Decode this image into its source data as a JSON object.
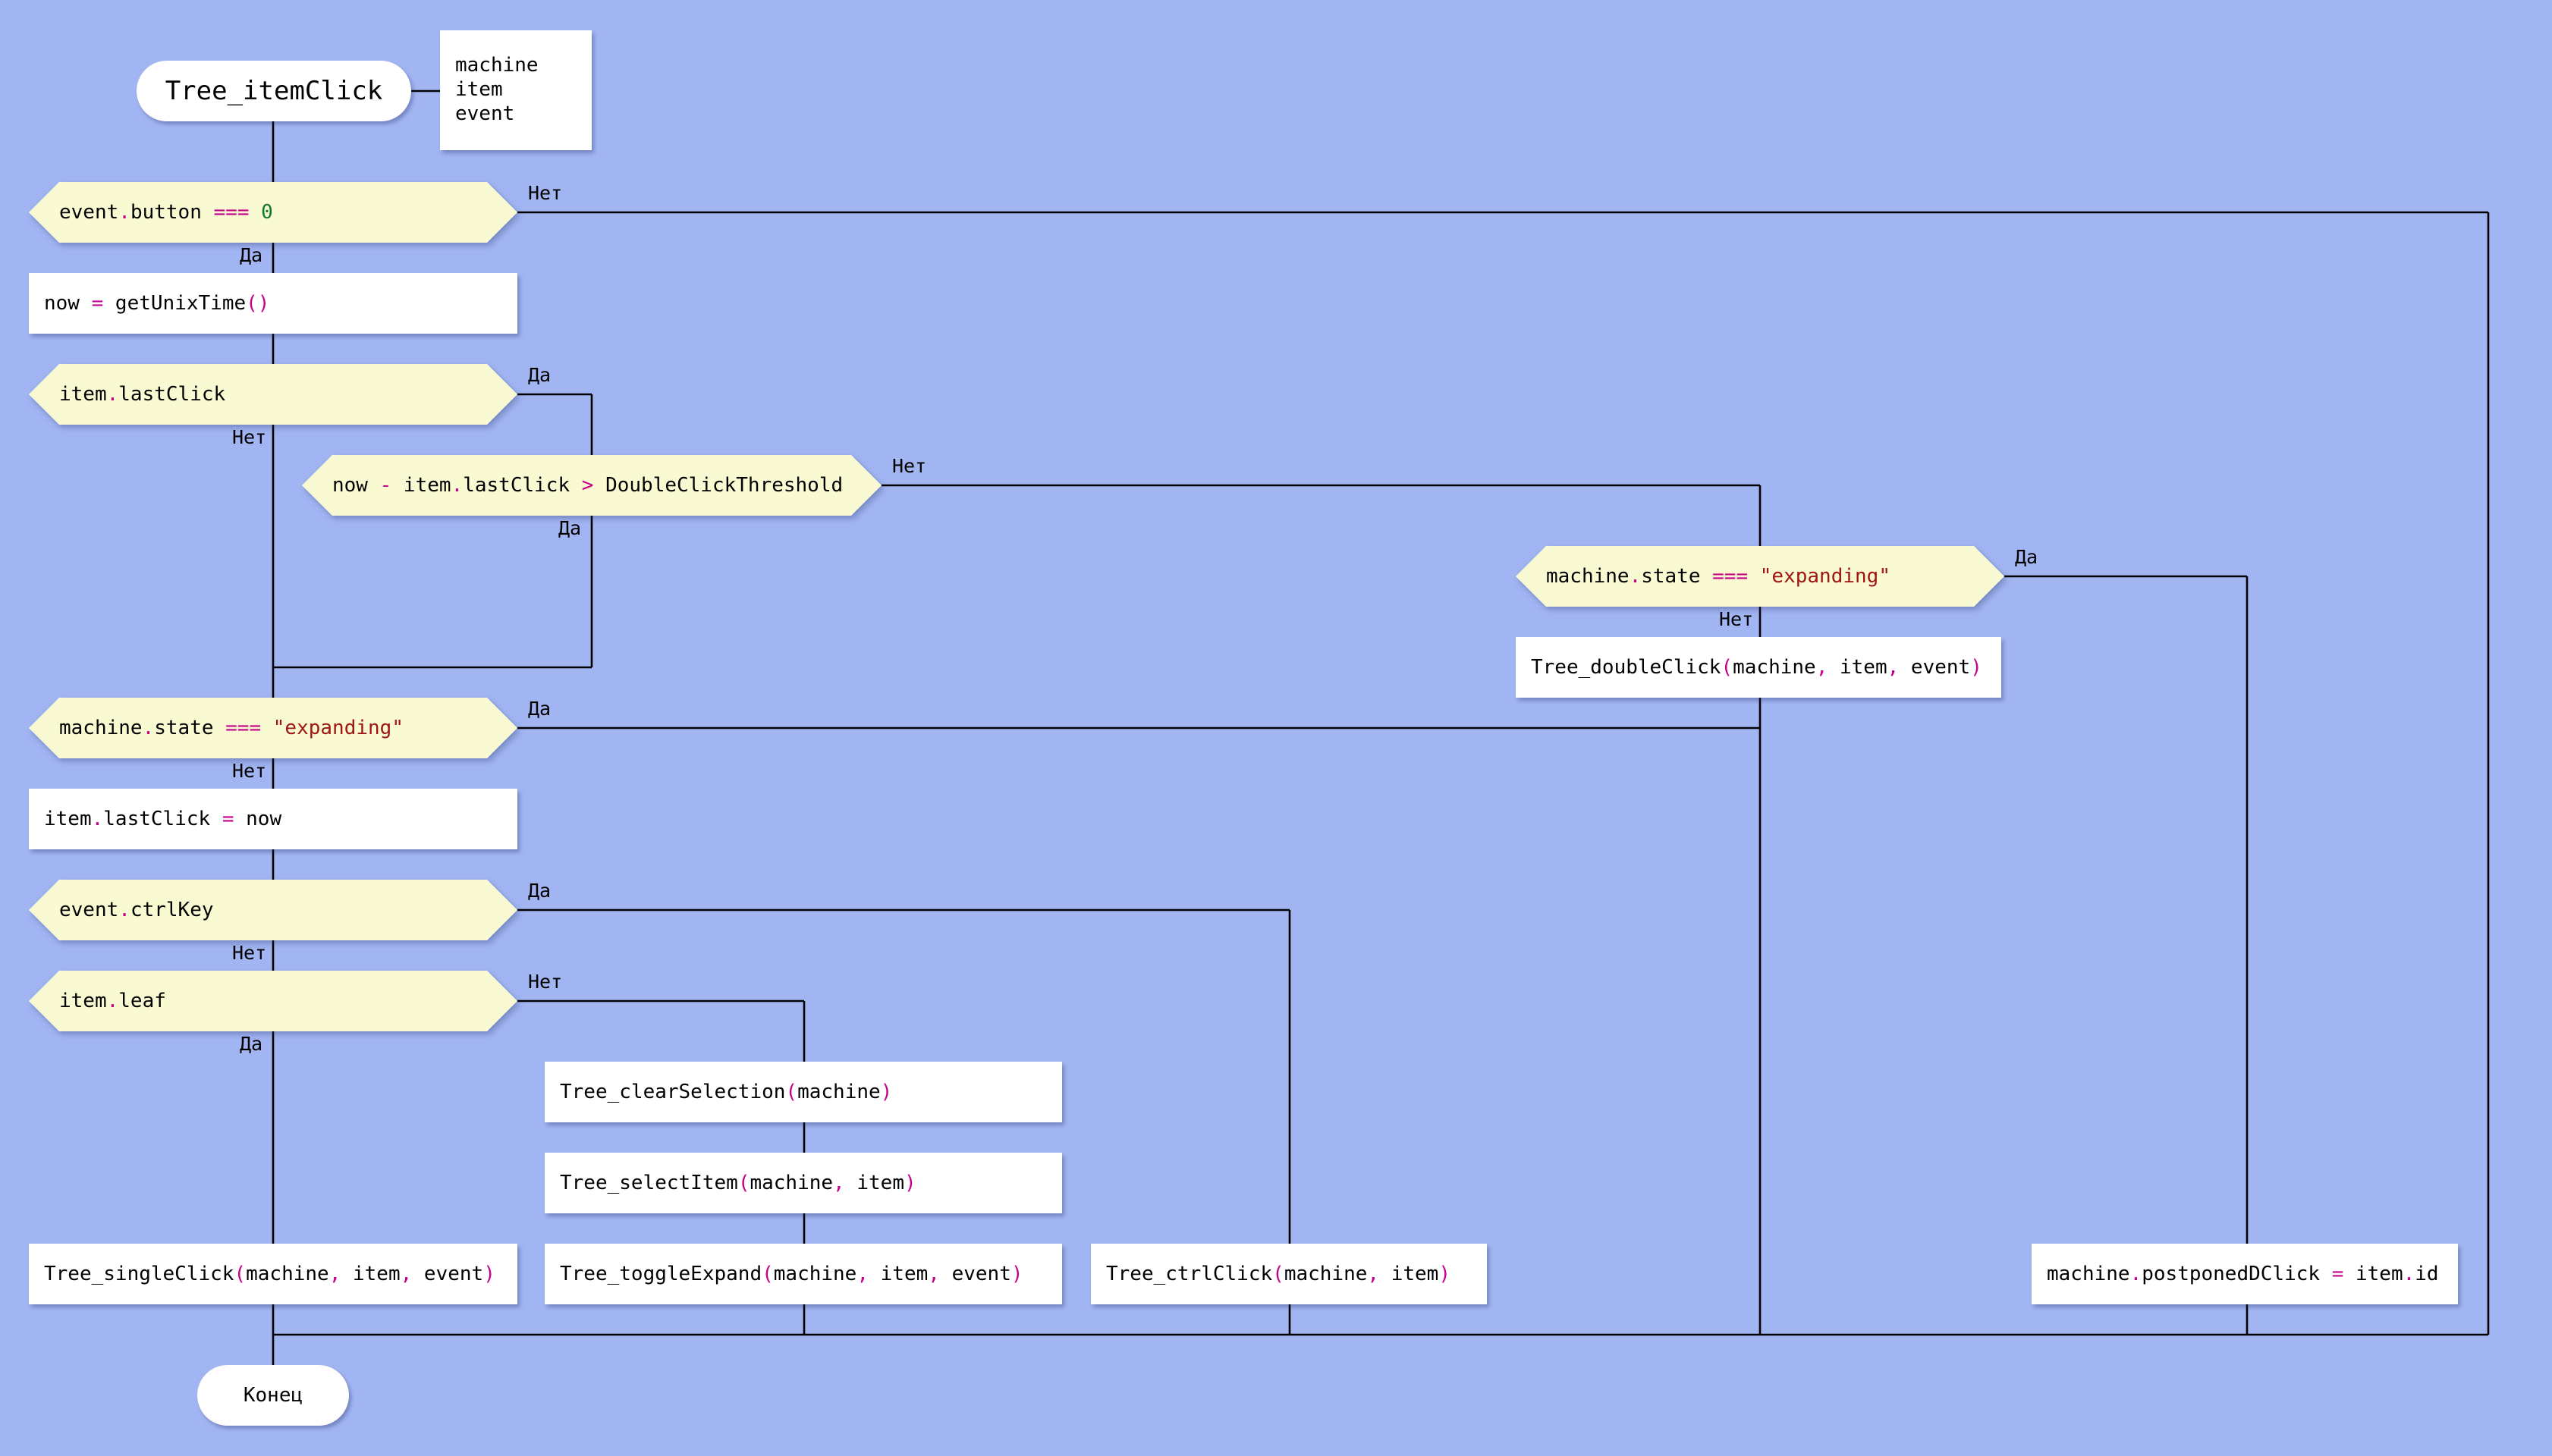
{
  "diagram": {
    "start": {
      "label": "Tree_itemClick"
    },
    "params": [
      "machine",
      "item",
      "event"
    ],
    "end": {
      "label": "Конец"
    },
    "nodes": [
      {
        "id": "cond-event-button",
        "kind": "cond",
        "tokens": [
          [
            "event",
            "pl"
          ],
          [
            ".",
            "op"
          ],
          [
            "button ",
            "pl"
          ],
          [
            "===",
            "op"
          ],
          [
            " ",
            "pl"
          ],
          [
            "0",
            "num"
          ]
        ]
      },
      {
        "id": "act-now",
        "kind": "action",
        "tokens": [
          [
            "now ",
            "pl"
          ],
          [
            "=",
            "op"
          ],
          [
            " getUnixTime",
            "pl"
          ],
          [
            "()",
            "op"
          ]
        ]
      },
      {
        "id": "cond-last-click",
        "kind": "cond",
        "tokens": [
          [
            "item",
            "pl"
          ],
          [
            ".",
            "op"
          ],
          [
            "lastClick",
            "pl"
          ]
        ]
      },
      {
        "id": "cond-threshold",
        "kind": "cond",
        "tokens": [
          [
            "now ",
            "pl"
          ],
          [
            "-",
            "op"
          ],
          [
            " item",
            "pl"
          ],
          [
            ".",
            "op"
          ],
          [
            "lastClick ",
            "pl"
          ],
          [
            ">",
            "op"
          ],
          [
            " DoubleClickThreshold",
            "pl"
          ]
        ]
      },
      {
        "id": "cond-state-right",
        "kind": "cond",
        "tokens": [
          [
            "machine",
            "pl"
          ],
          [
            ".",
            "op"
          ],
          [
            "state ",
            "pl"
          ],
          [
            "===",
            "op"
          ],
          [
            " ",
            "pl"
          ],
          [
            "\"expanding\"",
            "str"
          ]
        ]
      },
      {
        "id": "act-double-click",
        "kind": "action",
        "tokens": [
          [
            "Tree_doubleClick",
            "pl"
          ],
          [
            "(",
            "op"
          ],
          [
            "machine",
            "pl"
          ],
          [
            ",",
            "op"
          ],
          [
            " item",
            "pl"
          ],
          [
            ",",
            "op"
          ],
          [
            " event",
            "pl"
          ],
          [
            ")",
            "op"
          ]
        ]
      },
      {
        "id": "cond-state-left",
        "kind": "cond",
        "tokens": [
          [
            "machine",
            "pl"
          ],
          [
            ".",
            "op"
          ],
          [
            "state ",
            "pl"
          ],
          [
            "===",
            "op"
          ],
          [
            " ",
            "pl"
          ],
          [
            "\"expanding\"",
            "str"
          ]
        ]
      },
      {
        "id": "act-set-last-click",
        "kind": "action",
        "tokens": [
          [
            "item",
            "pl"
          ],
          [
            ".",
            "op"
          ],
          [
            "lastClick ",
            "pl"
          ],
          [
            "=",
            "op"
          ],
          [
            " now",
            "pl"
          ]
        ]
      },
      {
        "id": "cond-ctrl-key",
        "kind": "cond",
        "tokens": [
          [
            "event",
            "pl"
          ],
          [
            ".",
            "op"
          ],
          [
            "ctrlKey",
            "pl"
          ]
        ]
      },
      {
        "id": "cond-leaf",
        "kind": "cond",
        "tokens": [
          [
            "item",
            "pl"
          ],
          [
            ".",
            "op"
          ],
          [
            "leaf",
            "pl"
          ]
        ]
      },
      {
        "id": "act-clear-selection",
        "kind": "action",
        "tokens": [
          [
            "Tree_clearSelection",
            "pl"
          ],
          [
            "(",
            "op"
          ],
          [
            "machine",
            "pl"
          ],
          [
            ")",
            "op"
          ]
        ]
      },
      {
        "id": "act-select-item",
        "kind": "action",
        "tokens": [
          [
            "Tree_selectItem",
            "pl"
          ],
          [
            "(",
            "op"
          ],
          [
            "machine",
            "pl"
          ],
          [
            ",",
            "op"
          ],
          [
            " item",
            "pl"
          ],
          [
            ")",
            "op"
          ]
        ]
      },
      {
        "id": "act-single-click",
        "kind": "action",
        "tokens": [
          [
            "Tree_singleClick",
            "pl"
          ],
          [
            "(",
            "op"
          ],
          [
            "machine",
            "pl"
          ],
          [
            ",",
            "op"
          ],
          [
            " item",
            "pl"
          ],
          [
            ",",
            "op"
          ],
          [
            " event",
            "pl"
          ],
          [
            ")",
            "op"
          ]
        ]
      },
      {
        "id": "act-toggle-expand",
        "kind": "action",
        "tokens": [
          [
            "Tree_toggleExpand",
            "pl"
          ],
          [
            "(",
            "op"
          ],
          [
            "machine",
            "pl"
          ],
          [
            ",",
            "op"
          ],
          [
            " item",
            "pl"
          ],
          [
            ",",
            "op"
          ],
          [
            " event",
            "pl"
          ],
          [
            ")",
            "op"
          ]
        ]
      },
      {
        "id": "act-ctrl-click",
        "kind": "action",
        "tokens": [
          [
            "Tree_ctrlClick",
            "pl"
          ],
          [
            "(",
            "op"
          ],
          [
            "machine",
            "pl"
          ],
          [
            ",",
            "op"
          ],
          [
            " item",
            "pl"
          ],
          [
            ")",
            "op"
          ]
        ]
      },
      {
        "id": "act-postponed",
        "kind": "action",
        "tokens": [
          [
            "machine",
            "pl"
          ],
          [
            ".",
            "op"
          ],
          [
            "postponedDClick ",
            "pl"
          ],
          [
            "=",
            "op"
          ],
          [
            " item",
            "pl"
          ],
          [
            ".",
            "op"
          ],
          [
            "id",
            "pl"
          ]
        ]
      }
    ],
    "branch_labels": [
      {
        "id": "lbl-event-button-no",
        "text": "Нет"
      },
      {
        "id": "lbl-event-button-yes",
        "text": "Да"
      },
      {
        "id": "lbl-last-click-yes",
        "text": "Да"
      },
      {
        "id": "lbl-last-click-no",
        "text": "Нет"
      },
      {
        "id": "lbl-threshold-no",
        "text": "Нет"
      },
      {
        "id": "lbl-threshold-yes",
        "text": "Да"
      },
      {
        "id": "lbl-state-right-yes",
        "text": "Да"
      },
      {
        "id": "lbl-state-right-no",
        "text": "Нет"
      },
      {
        "id": "lbl-state-left-yes",
        "text": "Да"
      },
      {
        "id": "lbl-state-left-no",
        "text": "Нет"
      },
      {
        "id": "lbl-ctrl-key-yes",
        "text": "Да"
      },
      {
        "id": "lbl-ctrl-key-no",
        "text": "Нет"
      },
      {
        "id": "lbl-leaf-no",
        "text": "Нет"
      },
      {
        "id": "lbl-leaf-yes",
        "text": "Да"
      }
    ],
    "colors": {
      "background": "#a1b5f2",
      "condition_fill": "#fafad2",
      "action_fill": "#ffffff",
      "operator": "#c4008c",
      "number": "#0c7a2a",
      "string": "#a01414"
    }
  }
}
